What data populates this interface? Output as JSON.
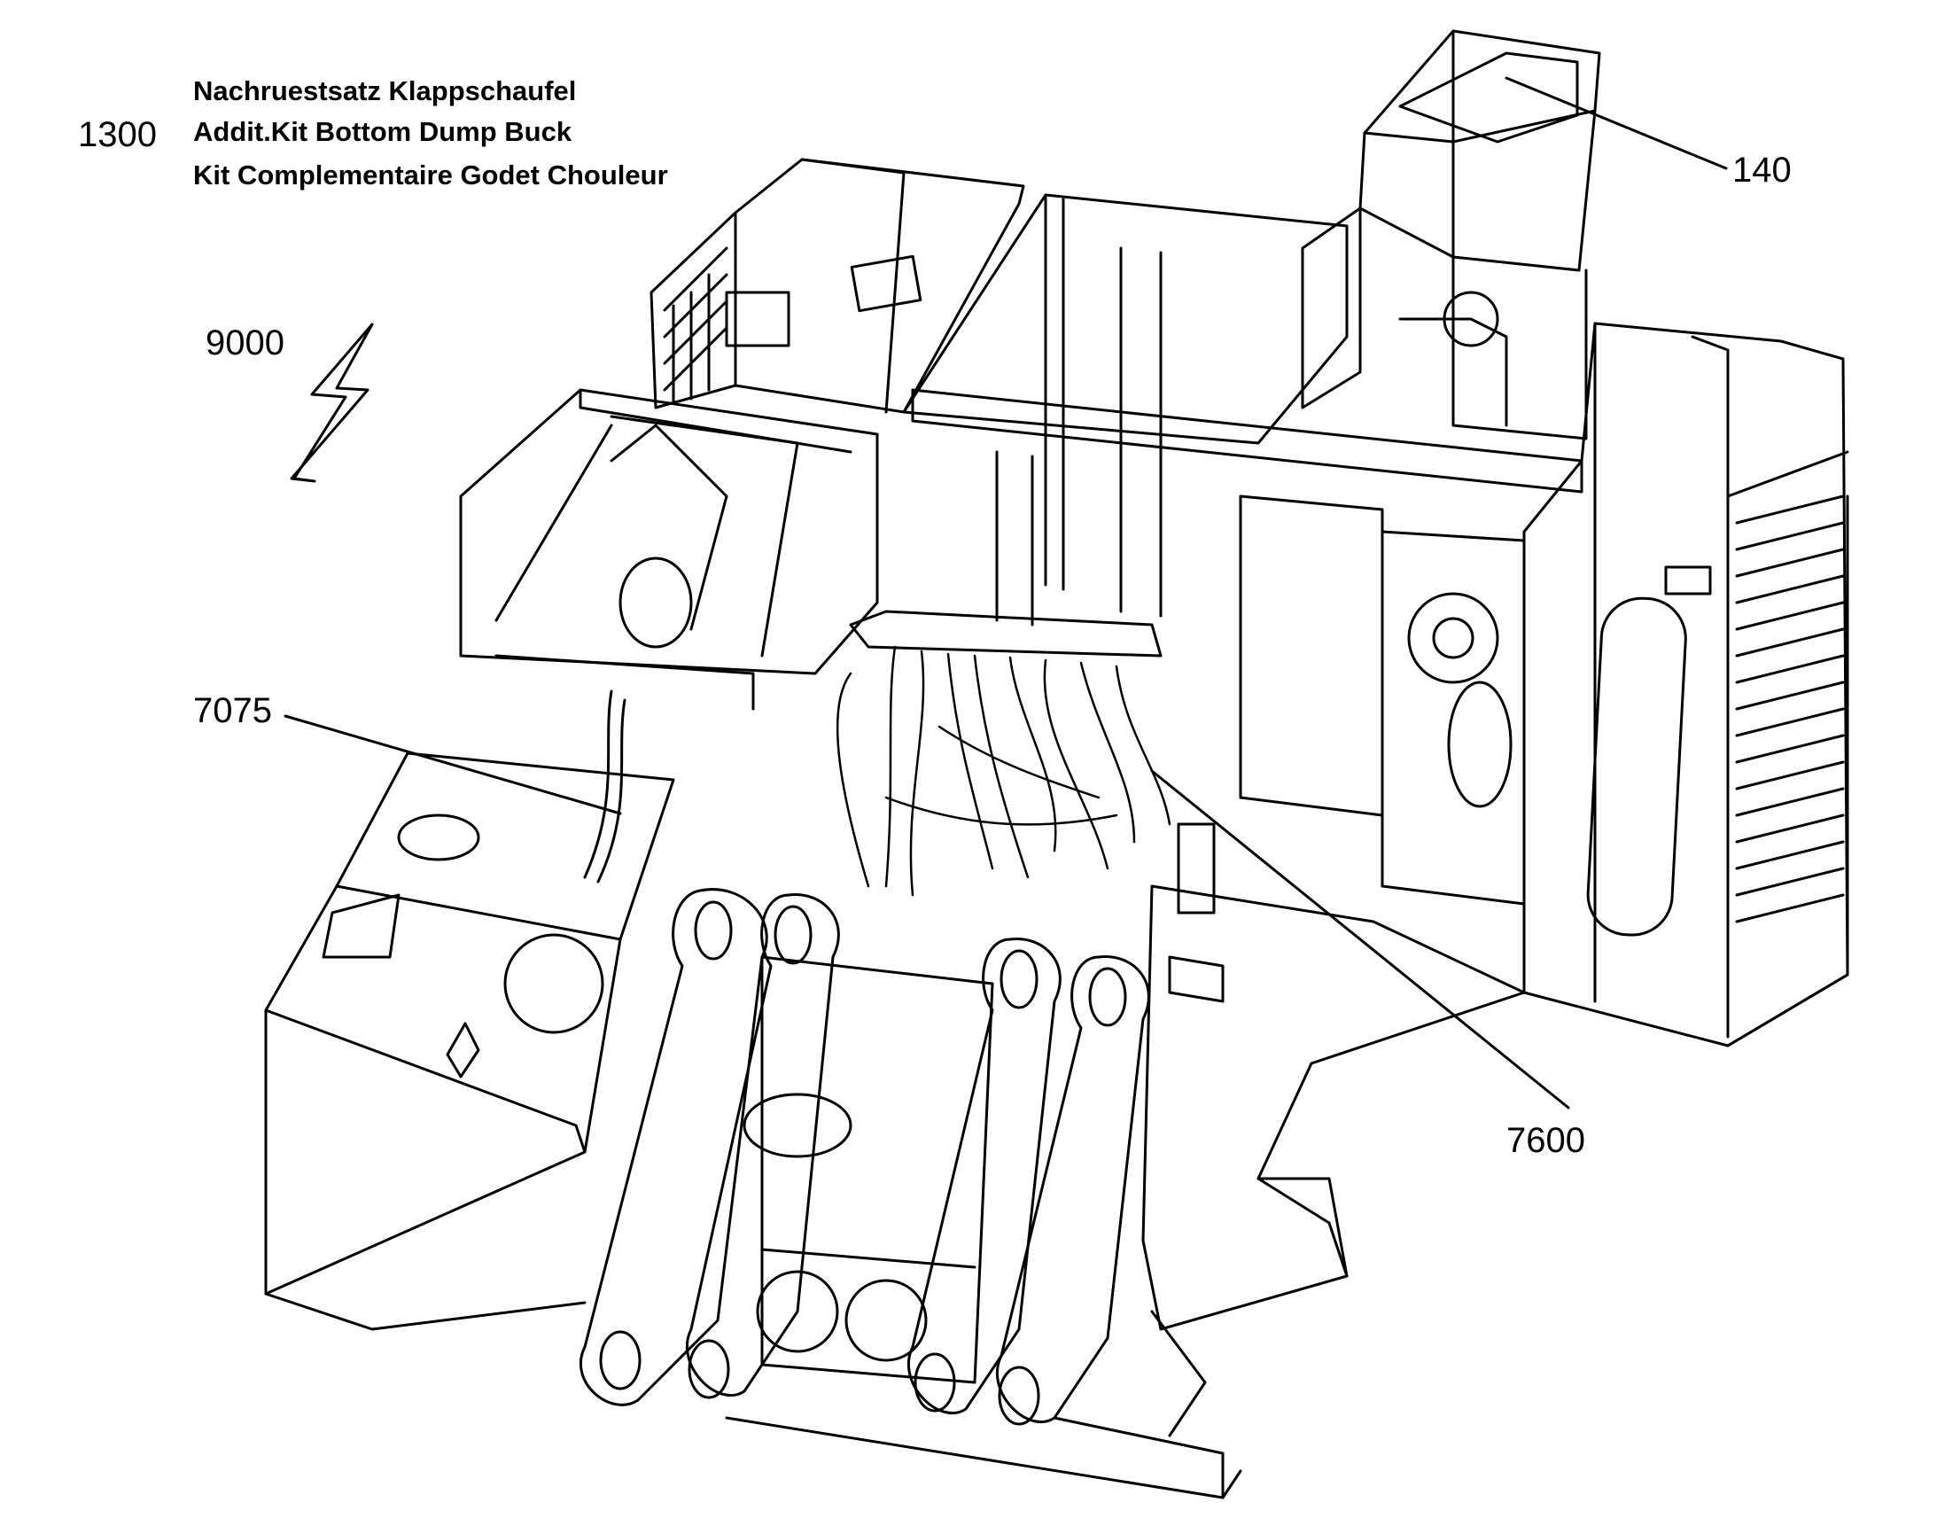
{
  "header": {
    "part_number": "1300",
    "title_de": "Nachruestsatz Klappschaufel",
    "title_en": "Addit.Kit Bottom Dump Buck",
    "title_fr": "Kit Complementaire Godet Chouleur"
  },
  "callouts": {
    "c140": "140",
    "c9000": "9000",
    "c7075": "7075",
    "c7600": "7600"
  },
  "symbols": {
    "warning": "lightning-bolt-icon"
  }
}
